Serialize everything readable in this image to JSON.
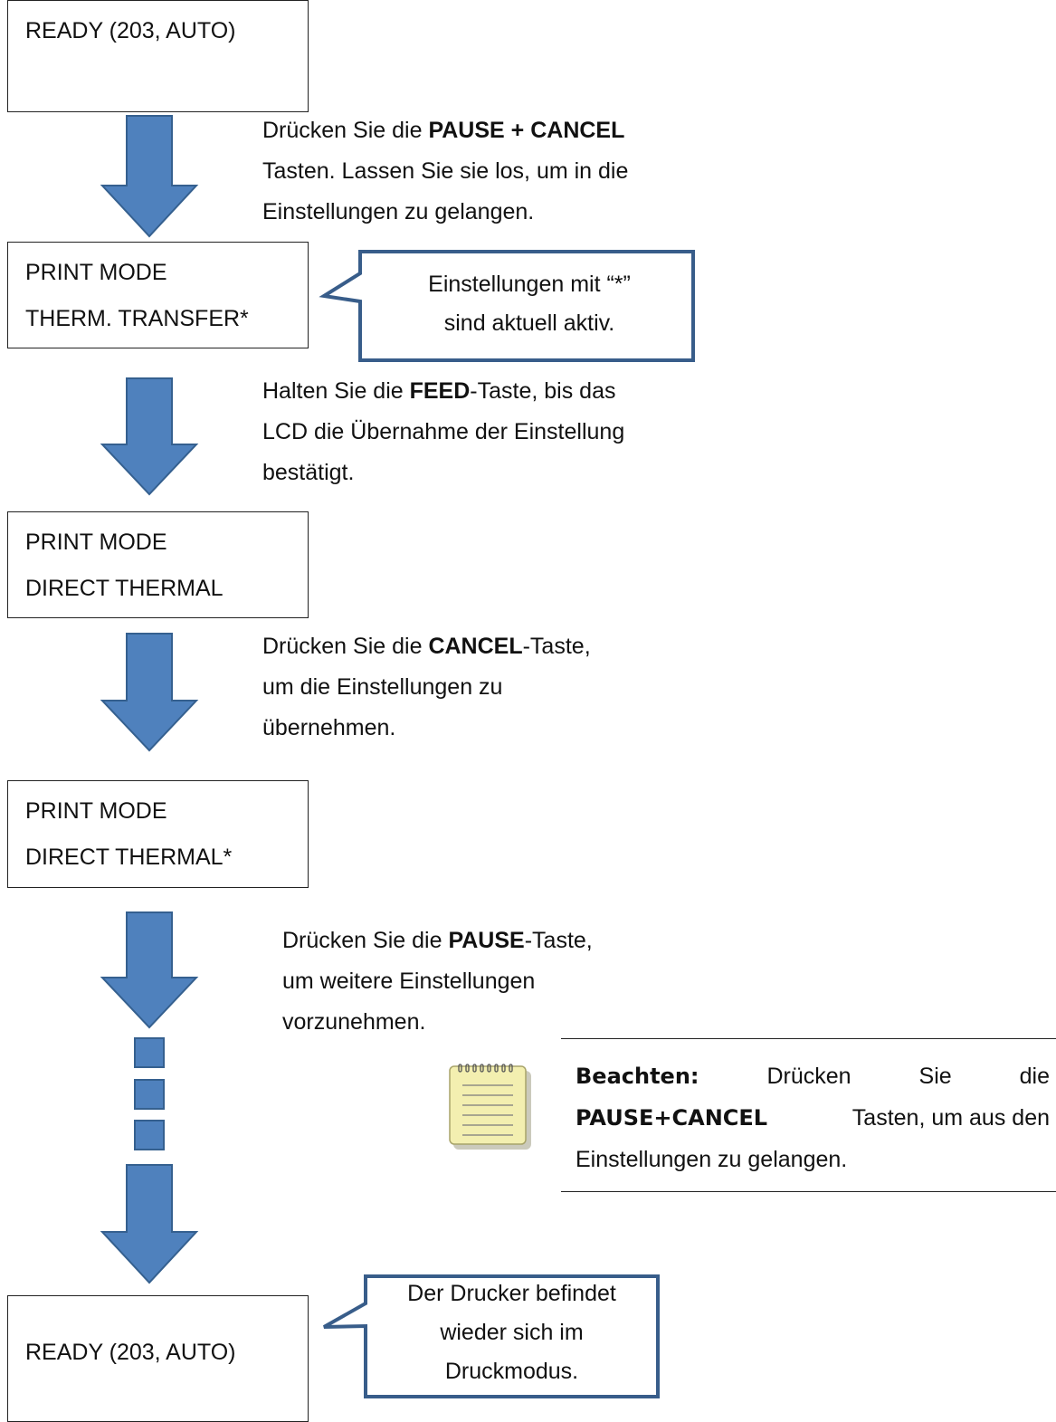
{
  "boxes": [
    {
      "line1": "READY (203, AUTO)",
      "line2": ""
    },
    {
      "line1": "PRINT MODE",
      "line2": "THERM. TRANSFER*"
    },
    {
      "line1": "PRINT MODE",
      "line2": "DIRECT THERMAL"
    },
    {
      "line1": "PRINT MODE",
      "line2": "DIRECT THERMAL*"
    },
    {
      "line1": "READY (203, AUTO)",
      "line2": ""
    }
  ],
  "instructions": [
    {
      "l1_pre": "Drücken Sie die ",
      "l1_bold": "PAUSE + CANCEL",
      "l1_post": "",
      "l2": "Tasten. Lassen Sie sie los, um in die",
      "l3": "Einstellungen zu gelangen."
    },
    {
      "l1_pre": "Halten Sie die ",
      "l1_bold": "FEED",
      "l1_post": "-Taste, bis das",
      "l2": "LCD die Übernahme der Einstellung",
      "l3": "bestätigt."
    },
    {
      "l1_pre": "Drücken Sie die ",
      "l1_bold": "CANCEL",
      "l1_post": "-Taste,",
      "l2": "um die Einstellungen zu",
      "l3": "übernehmen."
    },
    {
      "l1_pre": "Drücken Sie die ",
      "l1_bold": "PAUSE",
      "l1_post": "-Taste,",
      "l2": "um weitere Einstellungen",
      "l3": "vorzunehmen."
    }
  ],
  "callouts": [
    {
      "line1": "Einstellungen mit “*”",
      "line2": "sind aktuell aktiv.",
      "line3": ""
    },
    {
      "line1": "Der Drucker befindet",
      "line2": "wieder sich im",
      "line3": "Druckmodus."
    }
  ],
  "note": {
    "label": "Beachten:",
    "w1": "Drücken",
    "w2": "Sie",
    "w3": "die",
    "l2_bold": "PAUSE+CANCEL",
    "l2_rest": " Tasten, um aus den",
    "l3": "Einstellungen zu gelangen.",
    "icon": "notepad-icon"
  },
  "colors": {
    "arrow_fill": "#4f81bd",
    "arrow_stroke": "#35608f",
    "callout_border": "#385d8a",
    "notepad_fill": "#f3efb0"
  }
}
